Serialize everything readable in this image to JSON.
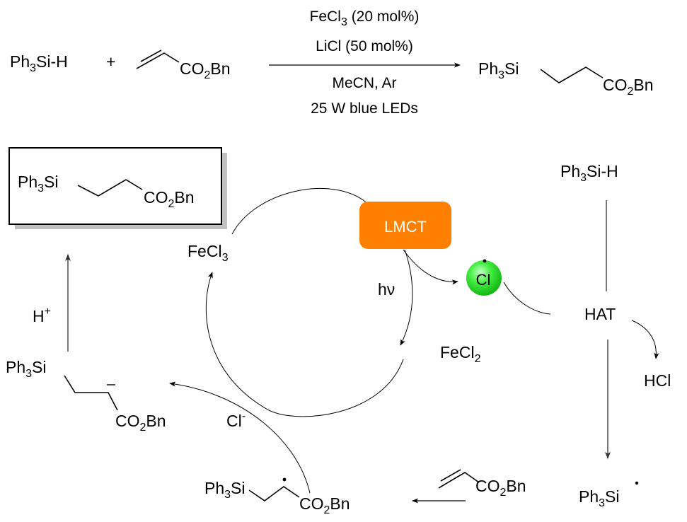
{
  "scheme": {
    "title_reaction": {
      "reactant1": {
        "pre": "Ph",
        "sub": "3",
        "post": "Si-H"
      },
      "plus": "+",
      "reactant2": {
        "pre": "CO",
        "sub": "2",
        "post": "Bn"
      },
      "conditions_above": [
        {
          "pre": "FeCl",
          "sub": "3",
          "post": " (20 mol%)"
        },
        {
          "pre": "LiCl (50 mol%)",
          "sub": "",
          "post": ""
        }
      ],
      "conditions_below": [
        "MeCN, Ar",
        "25 W blue LEDs"
      ],
      "product": {
        "left": {
          "pre": "Ph",
          "sub": "3",
          "post": "Si"
        },
        "right": {
          "pre": "CO",
          "sub": "2",
          "post": "Bn"
        }
      }
    },
    "mechanism": {
      "boxed_product": {
        "left": {
          "pre": "Ph",
          "sub": "3",
          "post": "Si"
        },
        "right": {
          "pre": "CO",
          "sub": "2",
          "post": "Bn"
        }
      },
      "fecl3": {
        "pre": "FeCl",
        "sub": "3",
        "post": ""
      },
      "fecl2": {
        "pre": "FeCl",
        "sub": "2",
        "post": ""
      },
      "lmct_label": "LMCT",
      "lmct_color": "#FF8000",
      "hv_label": "hν",
      "cl_radical": {
        "label": "Cl",
        "color": "#22DD22"
      },
      "silane": {
        "pre": "Ph",
        "sub": "3",
        "post": "Si-H"
      },
      "hat_label": "HAT",
      "hcl_label": "HCl",
      "silyl_radical": {
        "pre": "Ph",
        "sub": "3",
        "post": "Si"
      },
      "acrylate": {
        "pre": "CO",
        "sub": "2",
        "post": "Bn"
      },
      "radical_adduct": {
        "left": {
          "pre": "Ph",
          "sub": "3",
          "post": "Si"
        },
        "right": {
          "pre": "CO",
          "sub": "2",
          "post": "Bn"
        }
      },
      "chloride": {
        "label": "Cl",
        "sup": "-"
      },
      "anion": {
        "left": {
          "pre": "Ph",
          "sub": "3",
          "post": "Si"
        },
        "right": {
          "pre": "CO",
          "sub": "2",
          "post": "Bn"
        },
        "charge": "−"
      },
      "proton": {
        "label": "H",
        "sup": "+"
      }
    }
  }
}
